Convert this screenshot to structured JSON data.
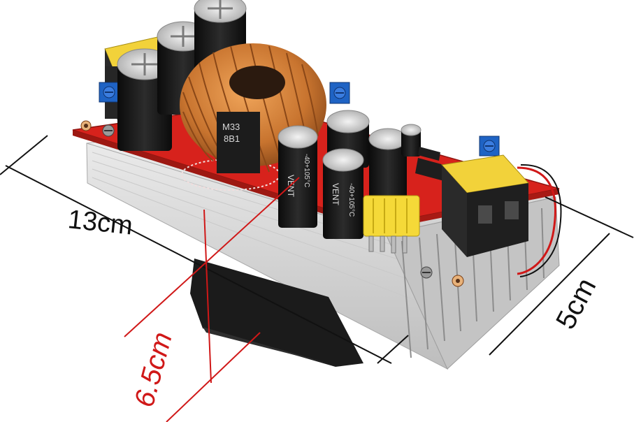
{
  "dimensions": {
    "length": "13cm",
    "width": "5cm",
    "height": "6.5cm"
  },
  "components": {
    "inductor_marking_1": "M33",
    "inductor_marking_2": "8B1",
    "capacitor_brand": "VENT",
    "capacitor_rating": "-40+105°C"
  },
  "colors": {
    "pcb": "#d7221c",
    "heatsink": "#d9d9d9",
    "copper": "#c8742f",
    "dimension_line": "#111111",
    "height_line": "#d01818",
    "fuse": "#f2d23a",
    "terminal_block": "#2a2a2a"
  },
  "icons": [
    "inductor-coil",
    "electrolytic-capacitor",
    "trimmer-potentiometer",
    "blade-fuse",
    "screw-terminal",
    "heatsink",
    "fan"
  ]
}
